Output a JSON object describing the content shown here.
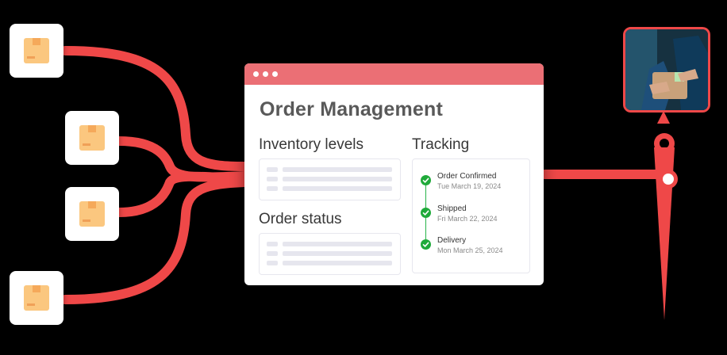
{
  "app": {
    "title": "Order Management",
    "sections": {
      "inventory": "Inventory levels",
      "order_status": "Order status",
      "tracking": "Tracking"
    }
  },
  "tracking_steps": [
    {
      "title": "Order Confirmed",
      "date": "Tue March 19, 2024"
    },
    {
      "title": "Shipped",
      "date": "Fri March 22, 2024"
    },
    {
      "title": "Delivery",
      "date": "Mon March 25, 2024"
    }
  ],
  "colors": {
    "accent": "#ef4848",
    "titlebar": "#eb6f75",
    "check": "#1faa3a",
    "package": "#fbc77f"
  },
  "icons": {
    "package": "package-icon",
    "check": "check-icon",
    "location": "location-pin-icon",
    "photo": "delivery-photo"
  }
}
